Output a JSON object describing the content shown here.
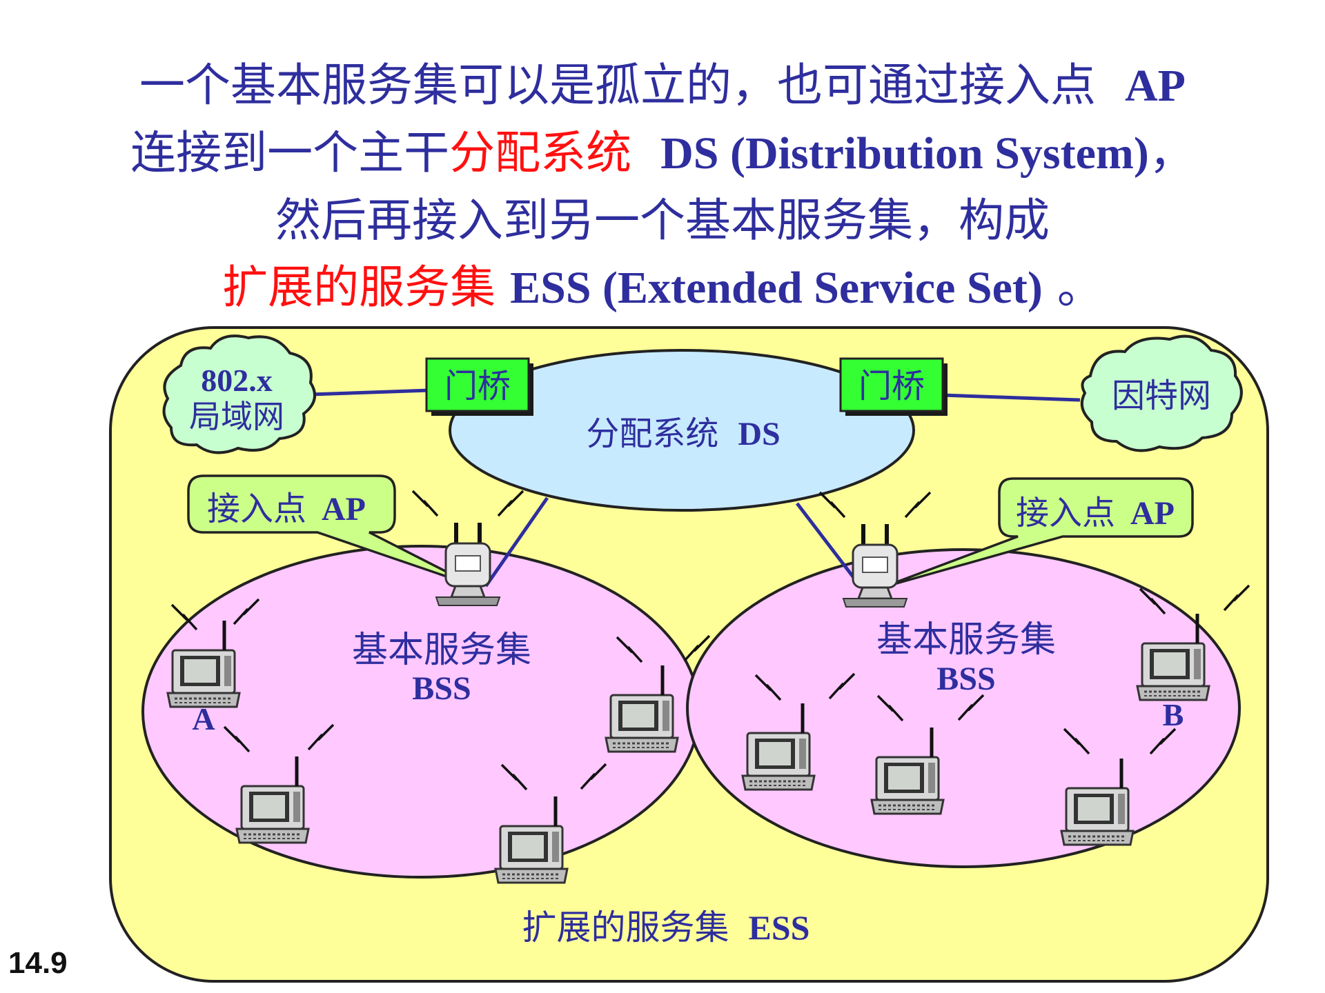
{
  "heading": {
    "line1": {
      "a": "一个基本服务集可以是孤立的，也可通过接入点",
      "b": "AP"
    },
    "line2": {
      "a": "连接到一个主干",
      "red": "分配系统",
      "b": "DS (Distribution System)",
      "c": "，"
    },
    "line3": {
      "a": "然后再接入到另一个基本服务集，构成"
    },
    "line4": {
      "red": "扩展的服务集",
      "b": "ESS (Extended Service Set)",
      "c": "。"
    }
  },
  "diagram": {
    "lan_cloud": {
      "line1": "802.x",
      "line2": "局域网"
    },
    "internet_cloud": {
      "label": "因特网"
    },
    "portal_left": {
      "label": "门桥"
    },
    "portal_right": {
      "label": "门桥"
    },
    "ds": {
      "label": "分配系统",
      "abbr": "DS"
    },
    "ap_callout_left": {
      "label": "接入点",
      "abbr": "AP"
    },
    "ap_callout_right": {
      "label": "接入点",
      "abbr": "AP"
    },
    "bss_left": {
      "label": "基本服务集",
      "abbr": "BSS"
    },
    "bss_right": {
      "label": "基本服务集",
      "abbr": "BSS"
    },
    "station_a": "A",
    "station_b": "B",
    "ess": {
      "label": "扩展的服务集",
      "abbr": "ESS"
    }
  },
  "slide_number": "14.9",
  "colors": {
    "heading_text": "#2e2e9e",
    "highlight_text": "#ff1010",
    "ess_fill": "#ffff99",
    "bss_fill": "#ffc8ff",
    "ds_fill": "#c8eaff",
    "cloud_fill": "#c8ffd0",
    "portal_fill": "#33ff33",
    "callout_fill": "#ccff88"
  }
}
